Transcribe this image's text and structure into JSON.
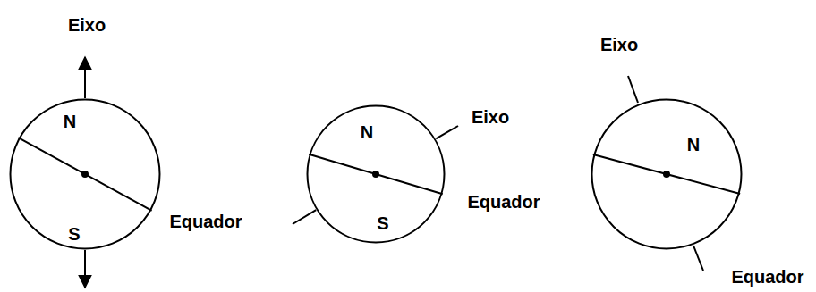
{
  "diagram": {
    "nodes": [
      {
        "text": [
          "N",
          "S"
        ]
      },
      {
        "text": [
          "N",
          "S"
        ]
      },
      {
        "text": [
          "N"
        ]
      }
    ],
    "labels": [
      "Eixo",
      "Equador",
      "Eixo",
      "Equador",
      "Eixo",
      "Equador"
    ]
  }
}
